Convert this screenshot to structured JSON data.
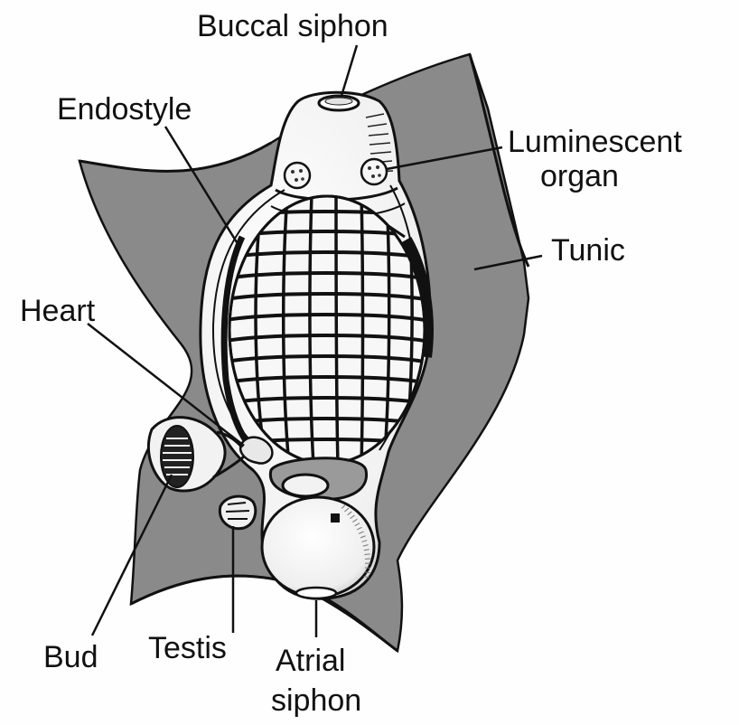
{
  "figure": {
    "labels": {
      "buccal_siphon": "Buccal siphon",
      "endostyle": "Endostyle",
      "luminescent_organ": [
        "Luminescent",
        "organ"
      ],
      "tunic": "Tunic",
      "heart": "Heart",
      "bud": "Bud",
      "testis": "Testis",
      "atrial_siphon": [
        "Atrial",
        "siphon"
      ]
    },
    "colors": {
      "tunic_fill": "#8a8a8a",
      "body_fill": "#f4f4f4",
      "line": "#111111",
      "background": "#fefefe"
    }
  }
}
